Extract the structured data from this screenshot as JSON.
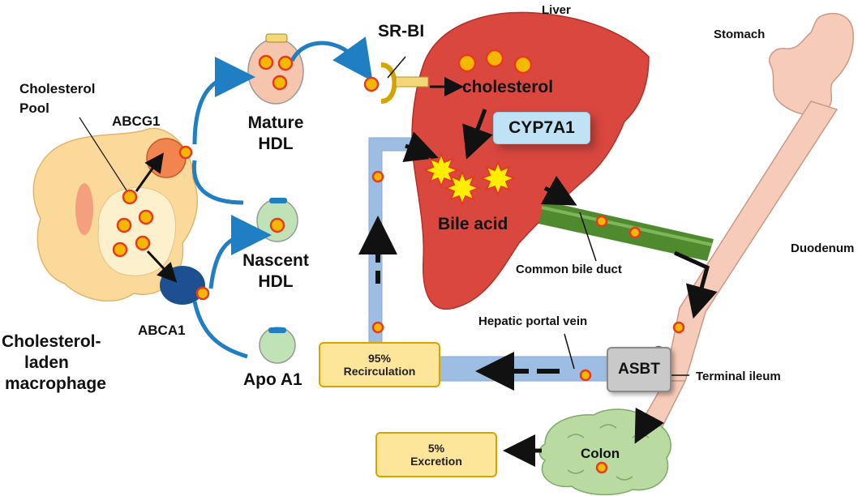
{
  "labels": {
    "liver": "Liver",
    "stomach": "Stomach",
    "sr_bi": "SR-BI",
    "cholesterol": "cholesterol",
    "cyp7a1": "CYP7A1",
    "bile_acid": "Bile acid",
    "common_bile_duct": "Common  bile duct",
    "duodenum": "Duodenum",
    "hepatic_portal_vein": "Hepatic portal vein",
    "asbt": "ASBT",
    "terminal_ileum": "Terminal ileum",
    "colon": "Colon",
    "cholesterol_pool_1": "Cholesterol",
    "cholesterol_pool_2": "Pool",
    "abcg1": "ABCG1",
    "abca1": "ABCA1",
    "mature_hdl_1": "Mature",
    "mature_hdl_2": "HDL",
    "nascent_hdl_1": "Nascent",
    "nascent_hdl_2": "HDL",
    "apo_a1": "Apo A1",
    "macrophage_1": "Cholesterol-",
    "macrophage_2": "laden",
    "macrophage_3": "macrophage"
  },
  "boxes": {
    "recirculation_pct": "95%",
    "recirculation_label": "Recirculation",
    "excretion_pct": "5%",
    "excretion_label": "Excretion"
  },
  "colors": {
    "liver": "#d9473f",
    "vein": "#9dbde3",
    "arrow_blue": "#1f7fc2",
    "bile_duct": "#4f8a2e",
    "intestine": "#f7cbb9",
    "colon": "#b9dba2",
    "macrophage": "#fbd99a",
    "dot": "#f5b800",
    "dot_edge": "#e53b1f"
  }
}
